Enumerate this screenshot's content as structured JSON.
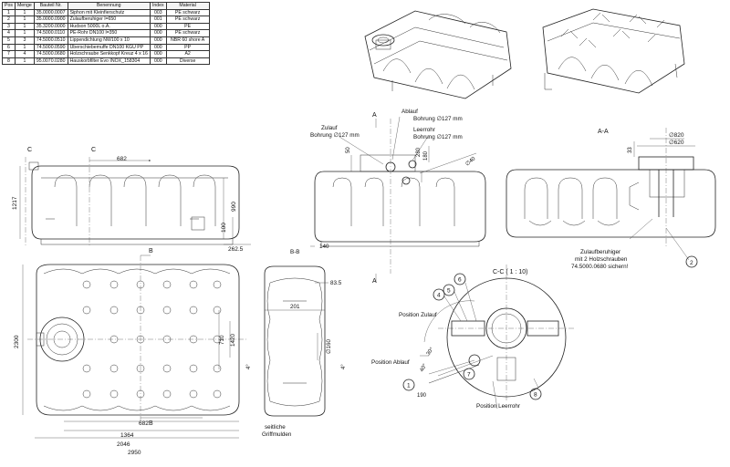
{
  "parts_table": {
    "headers": [
      "Pos",
      "Menge",
      "Bauteil Nr.",
      "Benennung",
      "Index",
      "Material"
    ],
    "rows": [
      [
        "1",
        "1",
        "35.0000.0007",
        "Siphon mit Kleinfierschutz",
        "003",
        "PE schwarz"
      ],
      [
        "2",
        "1",
        "35.0000.0900",
        "Zulaufberuhiger l=650",
        "001",
        "PE schwarz"
      ],
      [
        "3",
        "1",
        "35.3200.0000",
        "Hudson 5000L o.A.",
        "000",
        "PE"
      ],
      [
        "4",
        "1",
        "74.5000.0110",
        "PE-Rohr DN100 l=350",
        "000",
        "PE schwarz"
      ],
      [
        "5",
        "3",
        "74.5000.0510",
        "Lippendichtung NW100 x 10",
        "000",
        "NBR 60 shore A"
      ],
      [
        "6",
        "1",
        "74.5000.0590",
        "Überschiebemuffe DN100 KGU PP",
        "000",
        "PP"
      ],
      [
        "7",
        "4",
        "74.5000.0680",
        "Holzschraube Senkkopf Kreuz 4 x 16",
        "000",
        "A2"
      ],
      [
        "8",
        "1",
        "95.0070.0280",
        "Hauskorbfilter Evo INOX_158304",
        "000",
        "Diverse"
      ]
    ]
  },
  "front_view": {
    "section_marker": "C",
    "dim_top": "682",
    "dim_height": "1217",
    "dim_inner": "990",
    "dim_foot": "100",
    "dim_base": "262.5"
  },
  "side_view": {
    "inlet_label": "Zulauf",
    "inlet_bore": "Bohrung ∅127 mm",
    "outlet_label": "Ablauf",
    "outlet_bore": "Bohrung ∅127 mm",
    "empty_pipe_label": "Leerrohr",
    "empty_pipe_bore": "Bohrung ∅127 mm",
    "dim_50": "50",
    "dim_180": "180",
    "dim_280": "280",
    "dim_d40": "∅40",
    "dim_140": "140",
    "section_bb": "B-B",
    "marker_a": "A"
  },
  "section_aa": {
    "title": "A-A",
    "dim_820": "∅820",
    "dim_620": "∅620",
    "dim_33": "33",
    "note_line1": "Zulaufberuhiger",
    "note_line2": "mit 2 Holzschrauben",
    "note_line3": "74.5000.0680 sichern!",
    "balloon_2": "2"
  },
  "top_view": {
    "marker_b": "B",
    "dim_2300": "2300",
    "dim_710": "710",
    "dim_1420": "1420",
    "dim_682": "682",
    "dim_1364": "1364",
    "dim_2046": "2046",
    "dim_2950": "2950"
  },
  "section_bb_view": {
    "dim_83_5": "83.5",
    "dim_201": "201",
    "dim_d160": "∅160",
    "dim_4a": "4°",
    "dim_4b": "4°",
    "note_line1": "seitliche",
    "note_line2": "Griffmulden"
  },
  "section_cc": {
    "title": "C-C ( 1 : 10)",
    "pos_inlet": "Position Zulauf",
    "pos_outlet": "Position Ablauf",
    "pos_empty": "Position Leerrohr",
    "angle_30": "30°",
    "angle_40": "40°",
    "dim_190": "190",
    "balloons": [
      "4",
      "5",
      "6",
      "7",
      "1",
      "8"
    ]
  }
}
